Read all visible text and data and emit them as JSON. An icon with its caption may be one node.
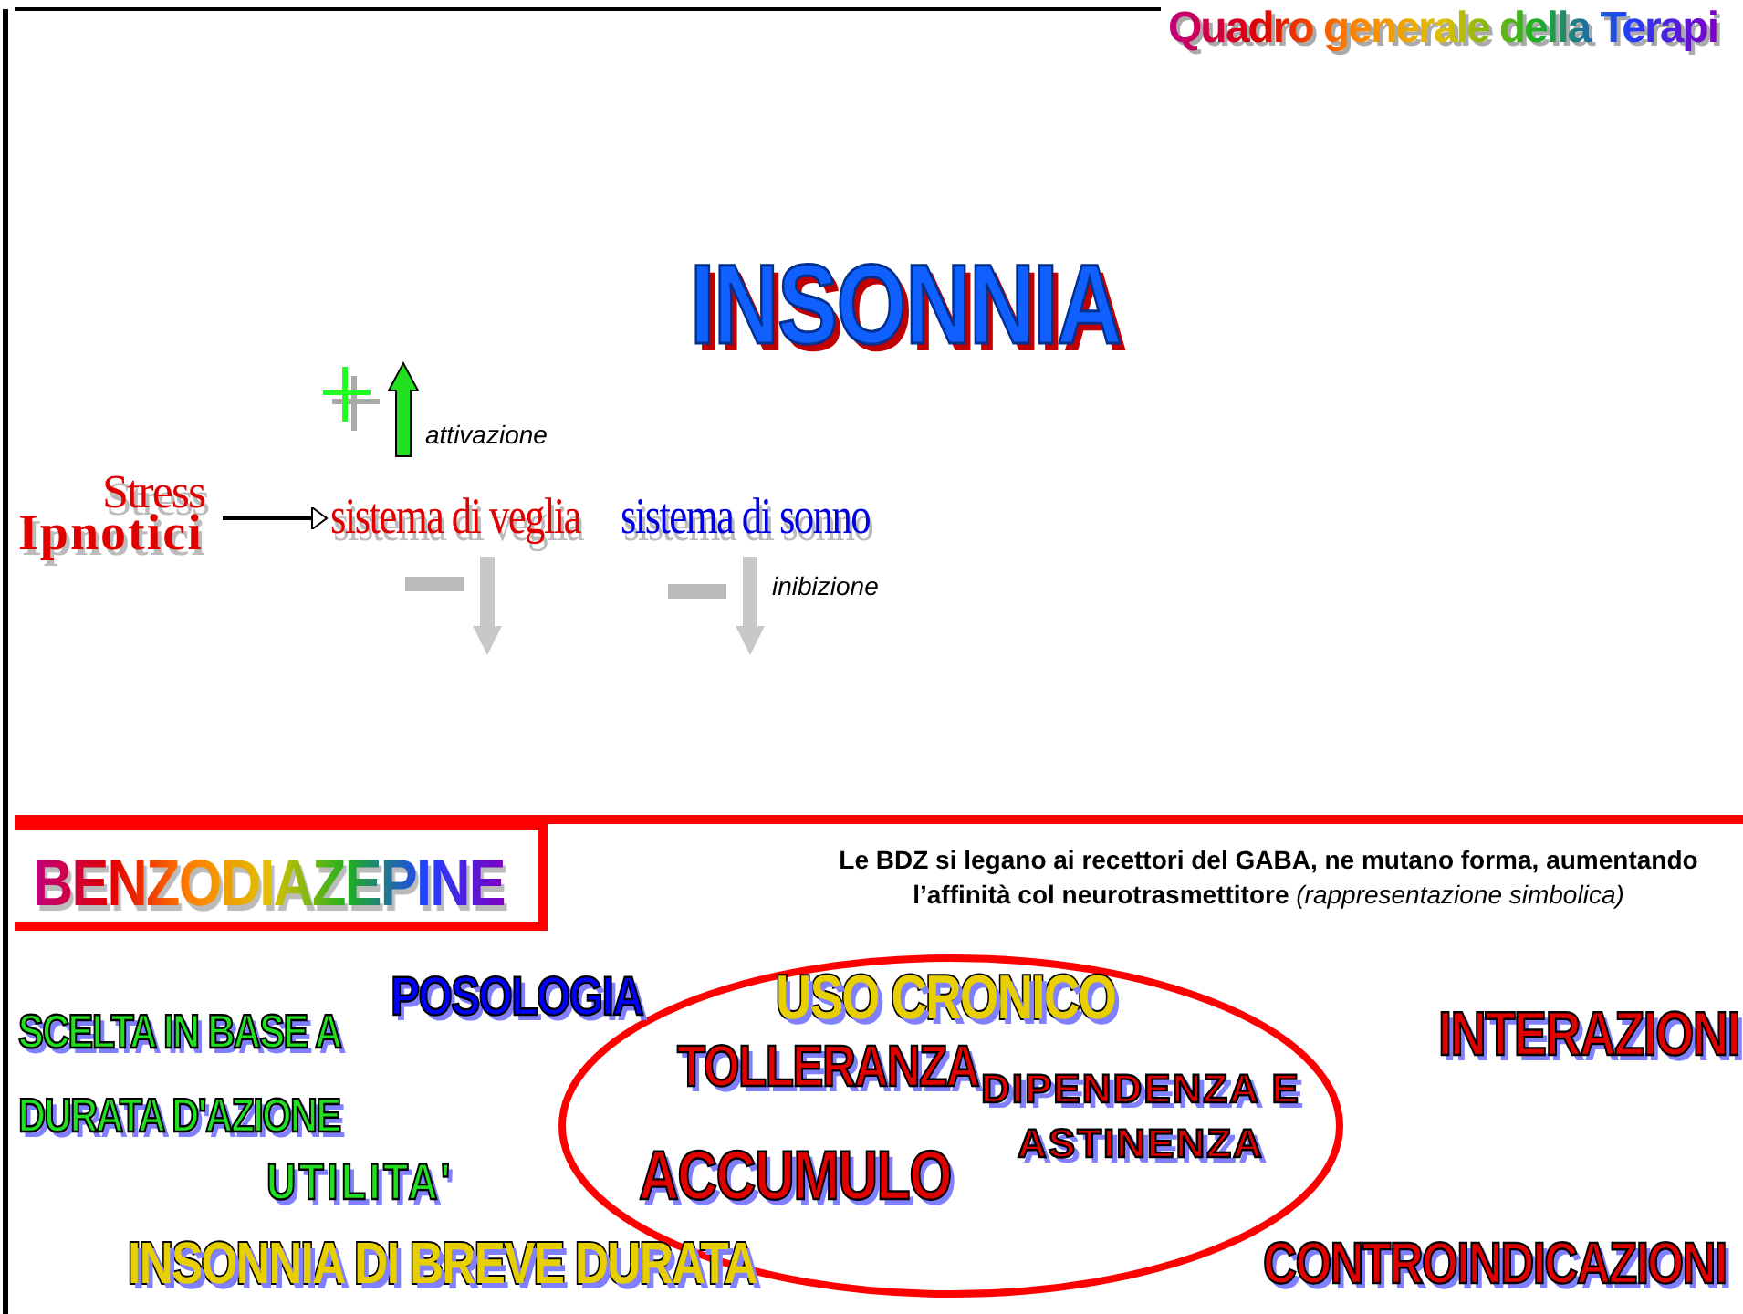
{
  "diagram": {
    "title": "Quadro generale della Terapi",
    "nodes": [
      {
        "text": [
          "Stress",
          "Ipnotici"
        ]
      },
      {
        "text": [
          "sistema di veglia"
        ]
      },
      {
        "text": [
          "sistema di sonno"
        ]
      },
      {
        "text": [
          "BENZODIAZEPINE"
        ]
      },
      {
        "text": [
          "USO CRONICO",
          "TOLLERANZA",
          "DIPENDENZA E ASTINENZA",
          "ACCUMULO"
        ]
      }
    ],
    "edges": [
      {
        "from": 0,
        "to": 1,
        "arrow": "to"
      }
    ],
    "labels": [
      "INSONNIA",
      "attivazione",
      "inibizione",
      "**Le BDZ si legano ai recettori del GABA, ne mutano forma, aumentando l’affinità col neurotrasmettitore** *(rappresentazione simbolica)*",
      "POSOLOGIA",
      "SCELTA IN BASE A DURATA D'AZIONE",
      "INTERAZIONI",
      "UTILITA'",
      "INSONNIA DI BREVE DURATA",
      "CONTROINDICAZIONI"
    ]
  }
}
